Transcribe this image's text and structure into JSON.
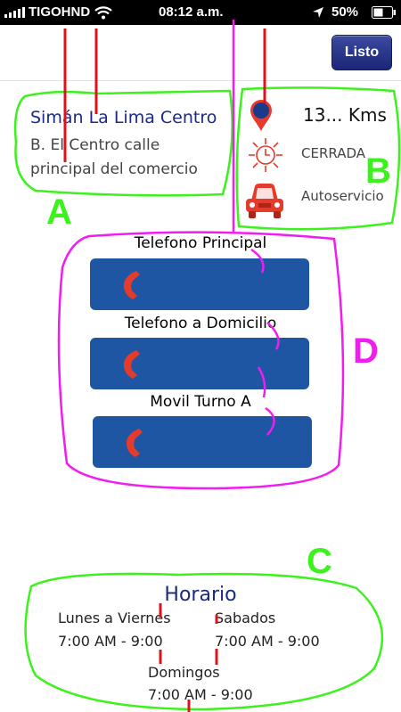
{
  "status_bar": {
    "carrier": "TIGOHND",
    "time": "08:12 a.m.",
    "battery": "50%"
  },
  "nav": {
    "done_label": "Listo"
  },
  "store": {
    "name": "Simán La Lima Centro",
    "address": "B. El Centro calle principal del comercio"
  },
  "info": {
    "distance": "13... Kms",
    "status": "CERRADA",
    "service": "Autoservicio"
  },
  "phones": [
    {
      "label": "Telefono Principal"
    },
    {
      "label": "Telefono a Domicilio"
    },
    {
      "label": "Movil Turno A"
    }
  ],
  "hours": {
    "title": "Horario",
    "weekday_label": "Lunes a Viernes",
    "weekday_time": "7:00 AM - 9:00",
    "saturday_label": "Sabados",
    "saturday_time": "7:00 AM - 9:00",
    "sunday_label": "Domingos",
    "sunday_time": "7:00 AM - 9:00"
  },
  "annotations": {
    "a": "A",
    "b": "B",
    "c": "C",
    "d": "D"
  },
  "colors": {
    "accent_blue": "#1a2a86",
    "button_blue": "#1f56a3",
    "icon_red": "#e53b2c",
    "annotation_green": "#3cf21c",
    "annotation_magenta": "#f21bf0",
    "annotation_red": "#e0111b"
  }
}
